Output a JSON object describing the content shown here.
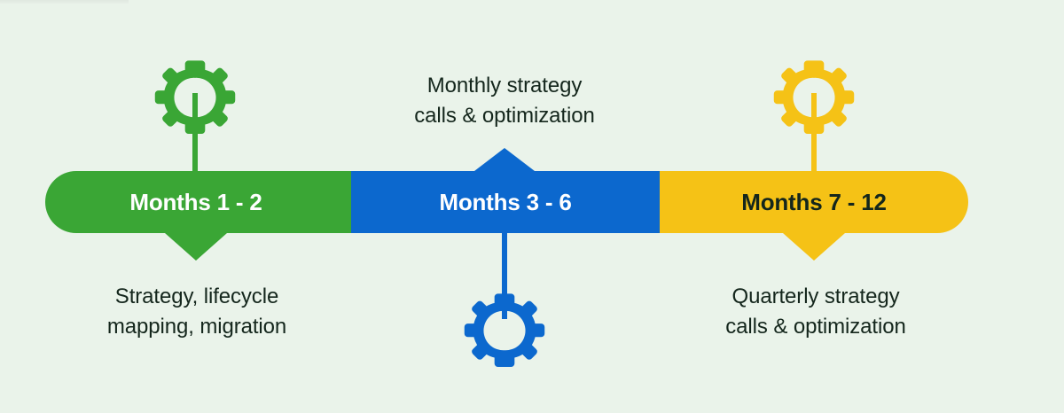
{
  "background_color": "#eaf3ea",
  "text_color": "#14261c",
  "diagram": {
    "type": "timeline",
    "title_text": "",
    "segments": [
      {
        "id": "months-1-2",
        "label": "Months 1 - 2",
        "color": "#3aa635",
        "label_color": "#ffffff",
        "caption": "Strategy, lifecycle\nmapping, migration",
        "caption_position": "below",
        "gear_position": "above",
        "marker_direction": "down"
      },
      {
        "id": "months-3-6",
        "label": "Months 3 - 6",
        "color": "#0c68ce",
        "label_color": "#ffffff",
        "caption": "Monthly strategy\ncalls & optimization",
        "caption_position": "above",
        "gear_position": "below",
        "marker_direction": "up"
      },
      {
        "id": "months-7-12",
        "label": "Months 7 - 12",
        "color": "#f5c216",
        "label_color": "#14261c",
        "caption": "Quarterly strategy\ncalls & optimization",
        "caption_position": "below",
        "gear_position": "above",
        "marker_direction": "down"
      }
    ],
    "icons": {
      "gear_green": "gear-icon",
      "gear_blue": "gear-icon",
      "gear_yellow": "gear-icon"
    }
  }
}
